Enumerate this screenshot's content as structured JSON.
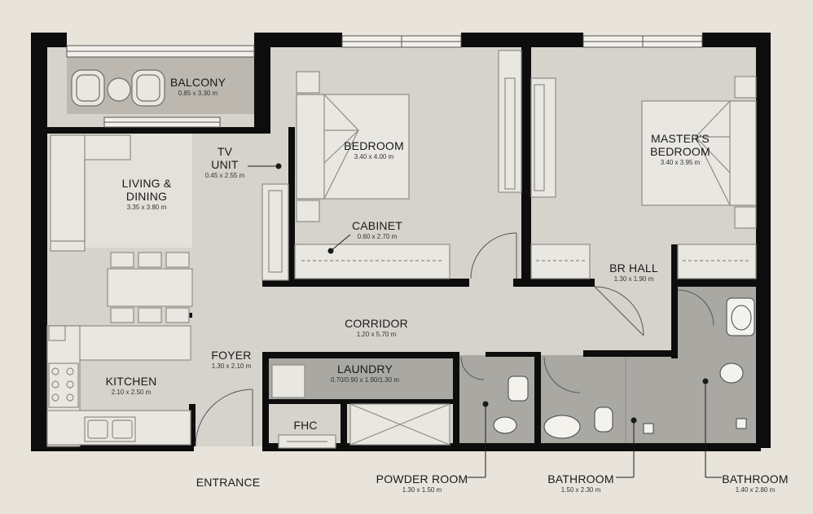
{
  "rooms": {
    "balcony": {
      "name": "BALCONY",
      "dim": "0.85 x 3.30 m"
    },
    "living": {
      "name": "LIVING &\nDINING",
      "dim": "3.35 x 3.80 m"
    },
    "tv_unit": {
      "name": "TV\nUNIT",
      "dim": "0.45 x 2.55 m"
    },
    "bedroom": {
      "name": "BEDROOM",
      "dim": "3.40 x 4.00 m"
    },
    "master": {
      "name": "MASTER'S\nBEDROOM",
      "dim": "3.40 x 3.95 m"
    },
    "cabinet": {
      "name": "CABINET",
      "dim": "0.60 x 2.70 m"
    },
    "br_hall": {
      "name": "BR HALL",
      "dim": "1.30 x 1.90 m"
    },
    "corridor": {
      "name": "CORRIDOR",
      "dim": "1.20 x 5.70 m"
    },
    "foyer": {
      "name": "FOYER",
      "dim": "1.30 x 2.10 m"
    },
    "kitchen": {
      "name": "KITCHEN",
      "dim": "2.10 x 2.50 m"
    },
    "laundry": {
      "name": "LAUNDRY",
      "dim": "0.70/0.90 x 1.90/1.30 m"
    },
    "fhc": {
      "name": "FHC"
    },
    "entrance": {
      "name": "ENTRANCE"
    },
    "powder": {
      "name": "POWDER ROOM",
      "dim": "1.30 x 1.50 m"
    },
    "bath1": {
      "name": "BATHROOM",
      "dim": "1.50 x 2.30 m"
    },
    "bath2": {
      "name": "BATHROOM",
      "dim": "1.40 x 2.80 m"
    }
  },
  "colors": {
    "background": "#e8e4db",
    "floor": "#d6d3cc",
    "wet_area": "#a9a8a3",
    "wall": "#0d0d0d",
    "furniture": "#e9e7e1",
    "furniture_stroke": "#8f8d87"
  }
}
